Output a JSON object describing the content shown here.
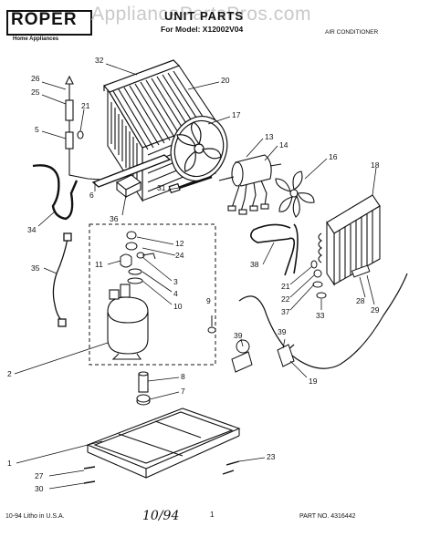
{
  "brand": {
    "logo_text": "ROPER",
    "logo_subtext": "Home Appliances"
  },
  "header": {
    "title": "UNIT PARTS",
    "model": "For Model: X12002V04",
    "category": "AIR CONDITIONER"
  },
  "watermark": "AppliancePartsPros.com",
  "footer": {
    "left": "10-94 Litho in U.S.A.",
    "right": "PART NO. 4316442",
    "handwritten": "10/94",
    "tick": "1"
  },
  "callouts": [
    "32",
    "20",
    "26",
    "25",
    "21",
    "5",
    "17",
    "13",
    "14",
    "16",
    "18",
    "6",
    "31",
    "34",
    "36",
    "12",
    "24",
    "11",
    "3",
    "4",
    "10",
    "38",
    "35",
    "9",
    "21",
    "22",
    "37",
    "33",
    "28",
    "29",
    "39",
    "39",
    "2",
    "8",
    "7",
    "19",
    "1",
    "27",
    "23",
    "30"
  ],
  "colors": {
    "ink": "#111111",
    "watermark": "#c9c9c9",
    "background": "#ffffff"
  }
}
